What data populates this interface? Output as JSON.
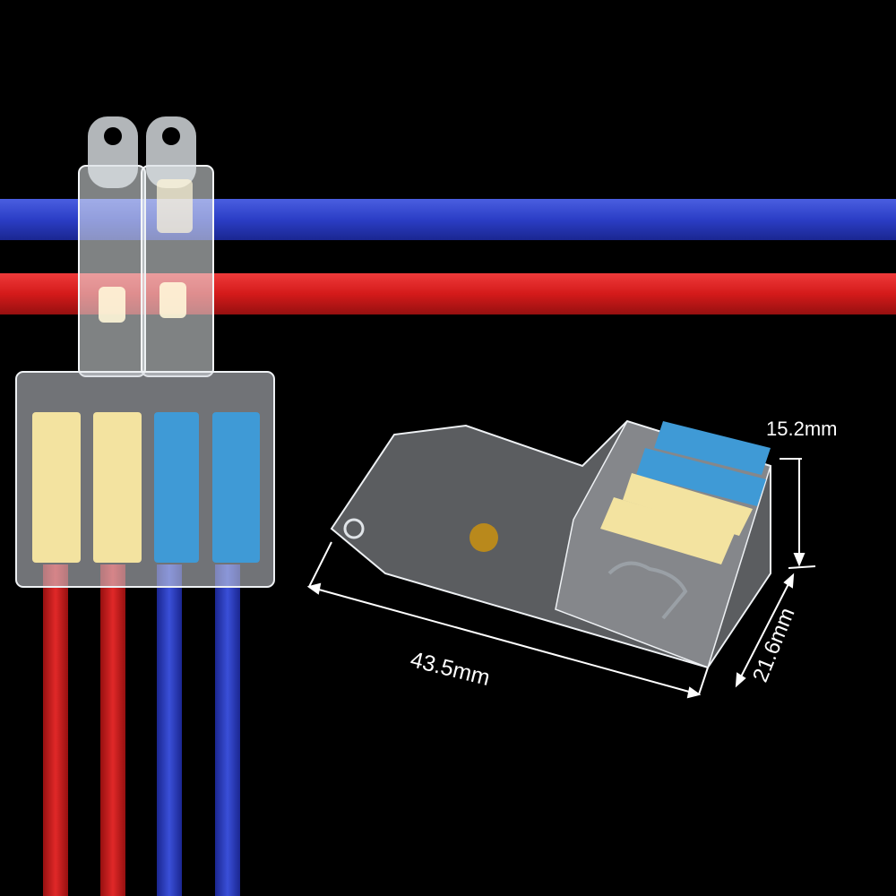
{
  "dimensions": {
    "length": "43.5mm",
    "width": "21.6mm",
    "height": "15.2mm"
  },
  "colors": {
    "background": "#000000",
    "wire_blue": "#2b3ec6",
    "wire_red": "#d41a1a",
    "lever_yellow": "#f3e3a0",
    "lever_blue": "#3f9ad6",
    "housing": "#d9dde2"
  }
}
